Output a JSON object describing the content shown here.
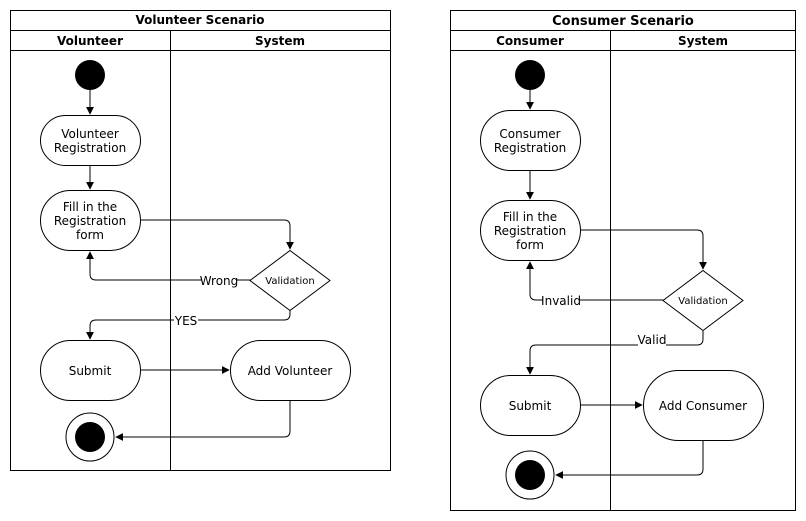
{
  "left": {
    "title": "Volunteer Scenario",
    "lane_left": "Volunteer",
    "lane_right": "System",
    "registration": [
      "Volunteer",
      "Registration"
    ],
    "fill_form": [
      "Fill in the",
      "Registration",
      "form"
    ],
    "validation": "Validation",
    "wrong_label": "Wrong",
    "yes_label": "YES",
    "submit": "Submit",
    "add": "Add Volunteer"
  },
  "right": {
    "title": "Consumer Scenario",
    "lane_left": "Consumer",
    "lane_right": "System",
    "registration": [
      "Consumer",
      "Registration"
    ],
    "fill_form": [
      "Fill in the",
      "Registration",
      "form"
    ],
    "validation": "Validation",
    "invalid_label": "Invalid",
    "valid_label": "Valid",
    "submit": "Submit",
    "add": "Add Consumer"
  }
}
